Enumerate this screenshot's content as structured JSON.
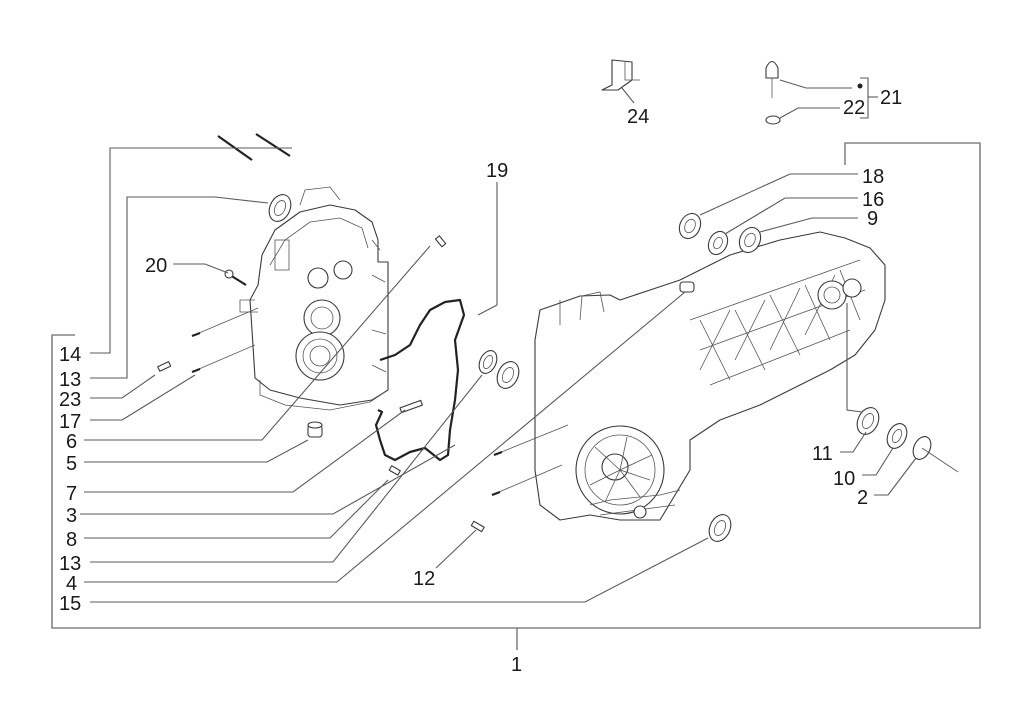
{
  "diagram": {
    "title": "Crankcase assembly exploded view",
    "assembly_label": "1",
    "group_bracket_label": "21",
    "labels": [
      {
        "id": "14",
        "text": "14"
      },
      {
        "id": "13a",
        "text": "13"
      },
      {
        "id": "23",
        "text": "23"
      },
      {
        "id": "17",
        "text": "17"
      },
      {
        "id": "6",
        "text": "6"
      },
      {
        "id": "5",
        "text": "5"
      },
      {
        "id": "7",
        "text": "7"
      },
      {
        "id": "3",
        "text": "3"
      },
      {
        "id": "8",
        "text": "8"
      },
      {
        "id": "13b",
        "text": "13"
      },
      {
        "id": "4",
        "text": "4"
      },
      {
        "id": "15",
        "text": "15"
      },
      {
        "id": "20",
        "text": "20"
      },
      {
        "id": "19",
        "text": "19"
      },
      {
        "id": "12",
        "text": "12"
      },
      {
        "id": "24",
        "text": "24"
      },
      {
        "id": "22",
        "text": "22"
      },
      {
        "id": "21",
        "text": "21"
      },
      {
        "id": "18",
        "text": "18"
      },
      {
        "id": "16",
        "text": "16"
      },
      {
        "id": "9",
        "text": "9"
      },
      {
        "id": "11",
        "text": "11"
      },
      {
        "id": "10",
        "text": "10"
      },
      {
        "id": "2",
        "text": "2"
      },
      {
        "id": "1",
        "text": "1"
      }
    ]
  }
}
